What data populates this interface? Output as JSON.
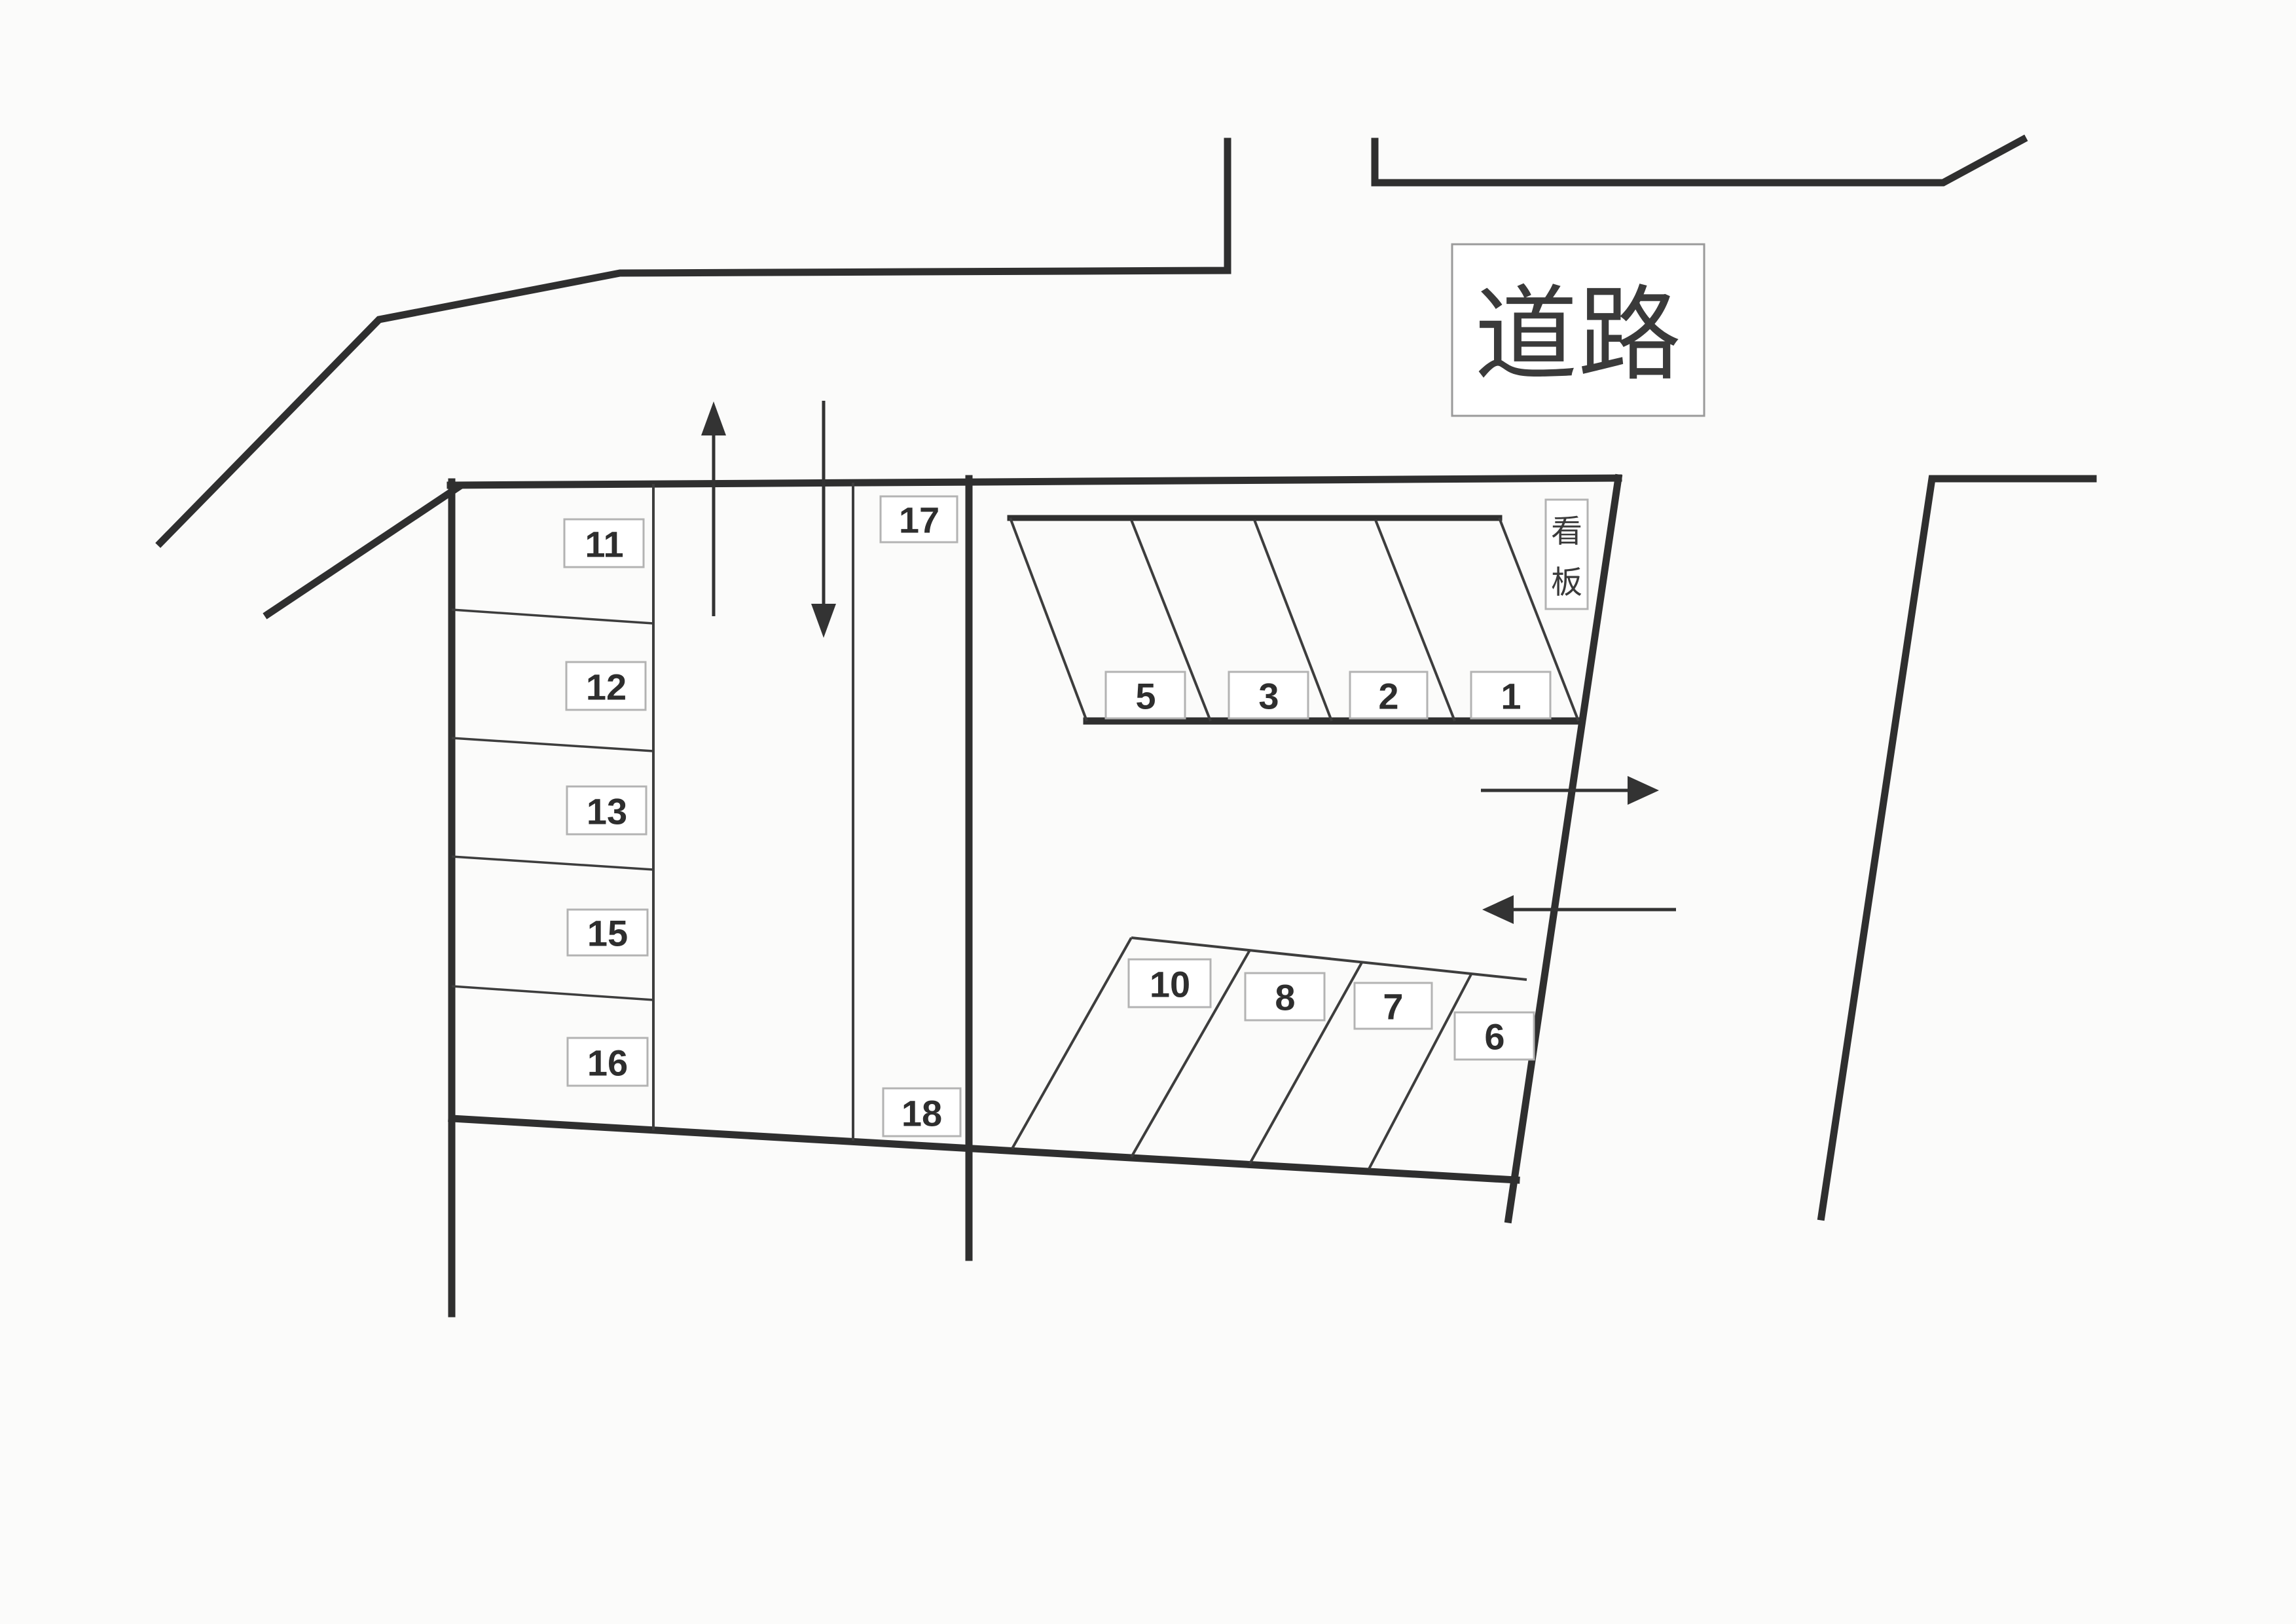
{
  "page": {
    "background": "#fbfbfa",
    "ink": "#2f2f2f",
    "box_border": "#b3b3b3"
  },
  "road": {
    "label": "道路"
  },
  "signboard": {
    "top_char": "看",
    "bottom_char": "板"
  },
  "rows": {
    "street_row": {
      "spaces": [
        "5",
        "3",
        "2",
        "1"
      ]
    },
    "inner_row": {
      "spaces": [
        "10",
        "8",
        "7",
        "6"
      ]
    },
    "west_column": {
      "spaces": [
        "11",
        "12",
        "13",
        "15",
        "16"
      ]
    },
    "center_column": {
      "spaces": [
        "17",
        "18"
      ]
    }
  },
  "arrows": {
    "lane_up": "up-arrow",
    "lane_down": "down-arrow",
    "street_out": "right-arrow",
    "street_in": "left-arrow"
  }
}
